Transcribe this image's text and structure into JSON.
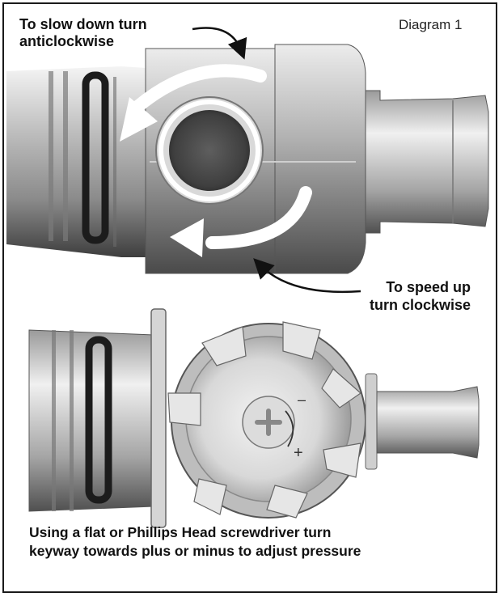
{
  "diagram": {
    "label": "Diagram 1",
    "slow_down": {
      "line1": "To slow down turn",
      "line2": "anticlockwise"
    },
    "speed_up": {
      "line1": "To speed up",
      "line2": "turn clockwise"
    },
    "instruction": {
      "line1": "Using a flat or Phillips Head screwdriver turn",
      "line2": "keyway towards plus or minus to adjust pressure"
    },
    "dial_marks": {
      "minus": "–",
      "plus": "+"
    }
  },
  "colors": {
    "border": "#1a1a1a",
    "arrow": "#ffffff",
    "text": "#111111"
  }
}
